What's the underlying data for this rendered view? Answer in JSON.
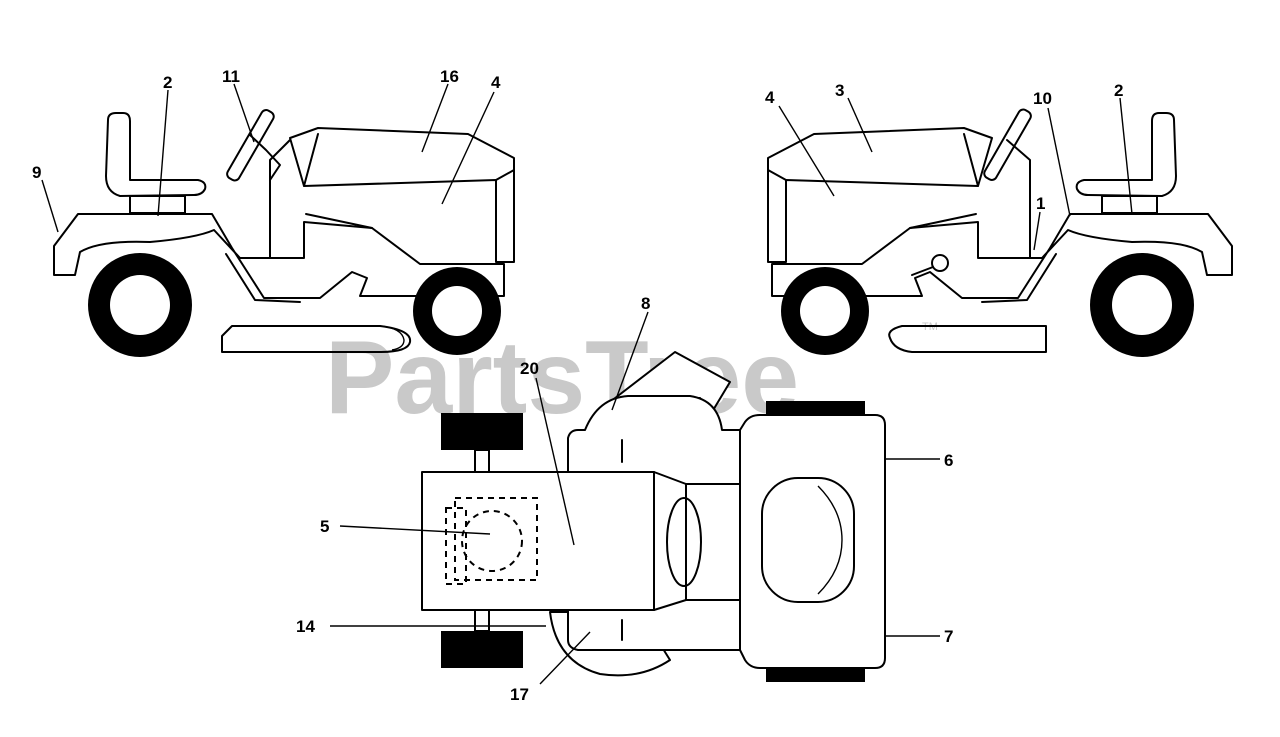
{
  "watermark": {
    "text": "PartsTree",
    "trademark": "TM"
  },
  "callouts": [
    {
      "id": "c9",
      "label": "9"
    },
    {
      "id": "c2-left",
      "label": "2"
    },
    {
      "id": "c11",
      "label": "11"
    },
    {
      "id": "c16",
      "label": "16"
    },
    {
      "id": "c4-left",
      "label": "4"
    },
    {
      "id": "c4-right",
      "label": "4"
    },
    {
      "id": "c3",
      "label": "3"
    },
    {
      "id": "c10",
      "label": "10"
    },
    {
      "id": "c2-right",
      "label": "2"
    },
    {
      "id": "c1",
      "label": "1"
    },
    {
      "id": "c8",
      "label": "8"
    },
    {
      "id": "c20",
      "label": "20"
    },
    {
      "id": "c6",
      "label": "6"
    },
    {
      "id": "c5",
      "label": "5"
    },
    {
      "id": "c14",
      "label": "14"
    },
    {
      "id": "c7",
      "label": "7"
    },
    {
      "id": "c17",
      "label": "17"
    }
  ]
}
